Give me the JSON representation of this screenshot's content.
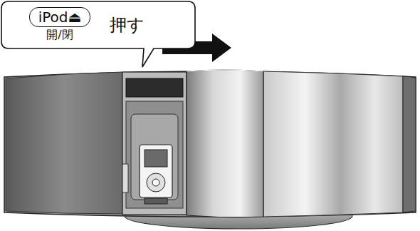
{
  "diagram": {
    "nodes": [
      {
        "text": [
          "押す"
        ]
      },
      {
        "text": [
          "iPod⏏",
          "開/閉"
        ],
        "in": 0
      }
    ]
  }
}
